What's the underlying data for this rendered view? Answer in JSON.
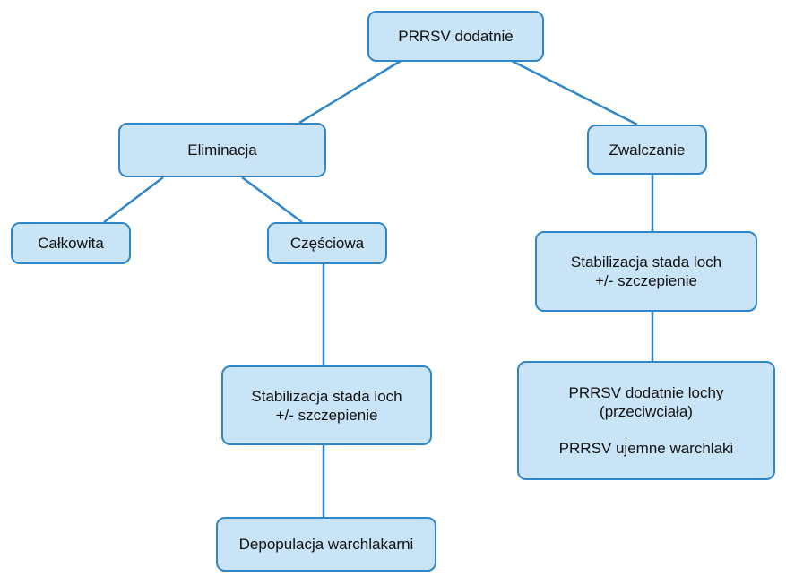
{
  "colors": {
    "node_fill": "#c9e3f7",
    "node_border": "#2f86c9",
    "edge": "#2f86c9",
    "text": "#111111"
  },
  "nodes": {
    "root": "PRRSV dodatnie",
    "elimination": "Eliminacja",
    "control": "Zwalczanie",
    "total": "Całkowita",
    "partial": "Częściowa",
    "stab_left": {
      "line1": "Stabilizacja stada loch",
      "line2": "+/- szczepienie"
    },
    "depopulation": "Depopulacja warchlakarni",
    "stab_right": {
      "line1": "Stabilizacja stada loch",
      "line2": "+/- szczepienie"
    },
    "outcome": {
      "line1": "PRRSV dodatnie lochy",
      "line2": "(przeciwciała)",
      "line3": "PRRSV ujemne warchlaki"
    }
  }
}
